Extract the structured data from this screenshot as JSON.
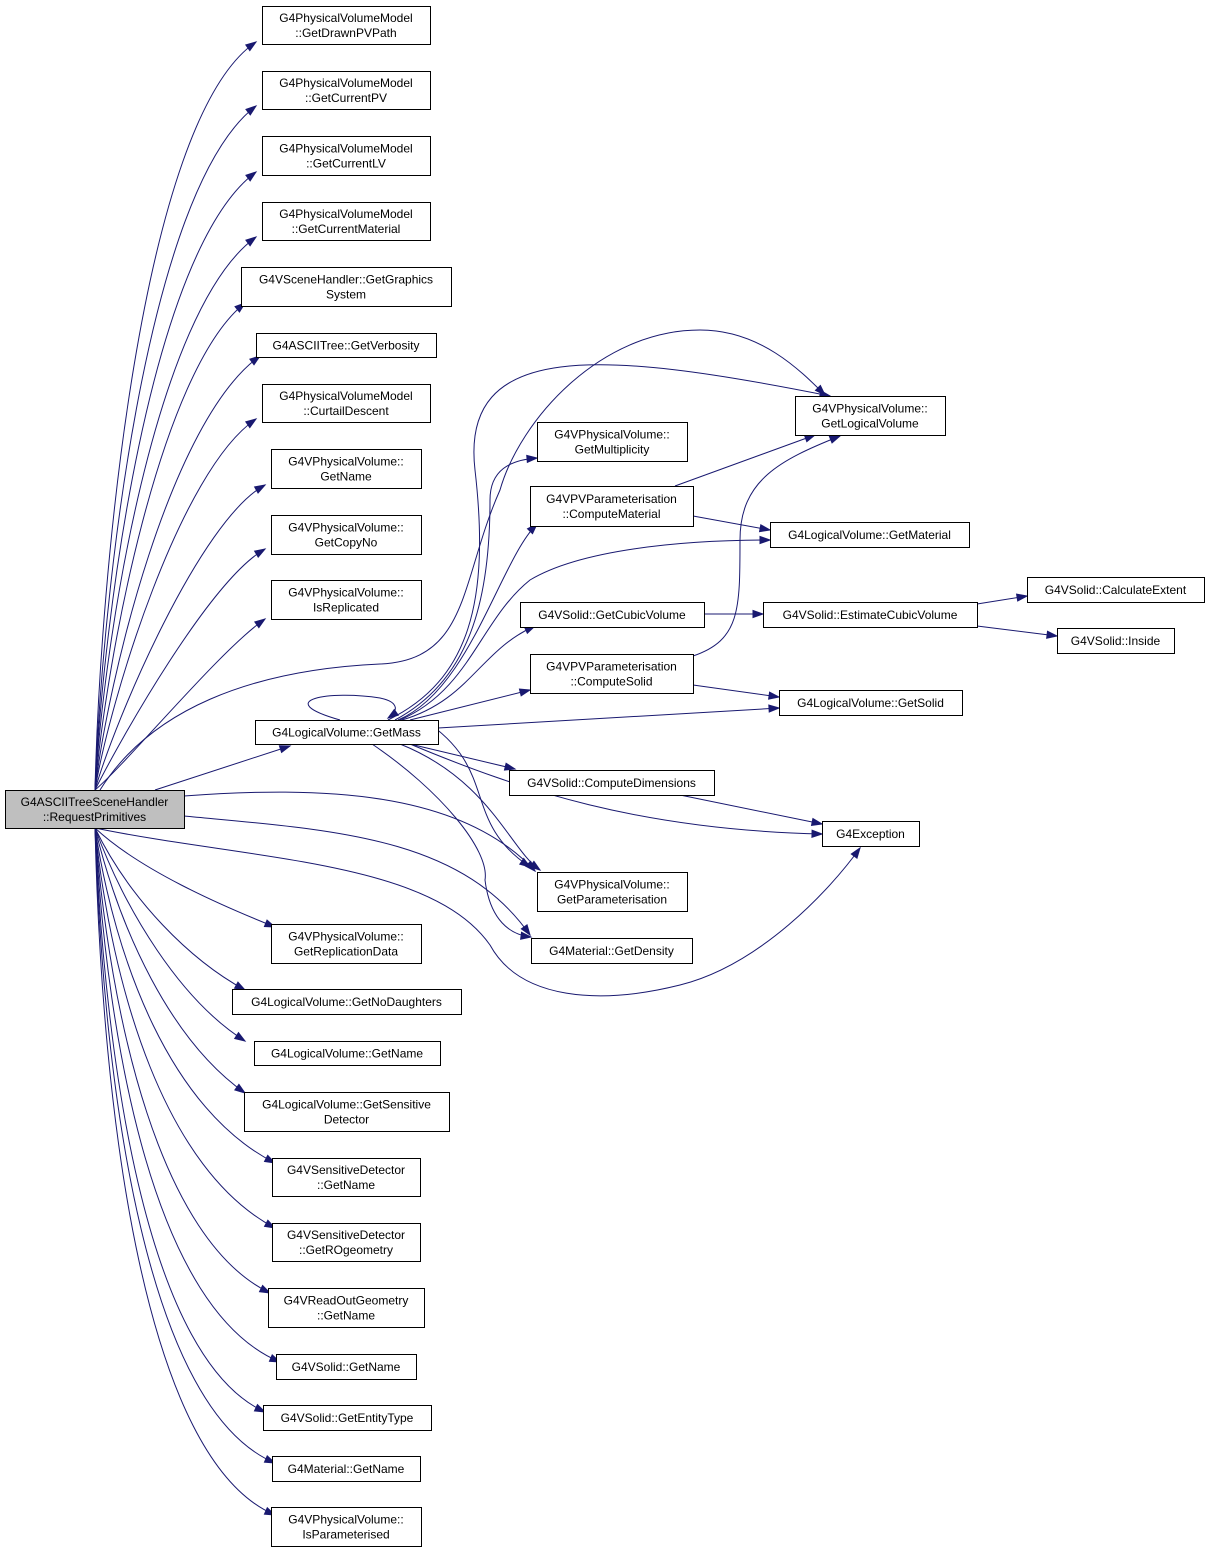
{
  "diagram": {
    "root": {
      "id": "root",
      "lines": [
        "G4ASCIITreeSceneHandler",
        "::RequestPrimitives"
      ]
    },
    "nodes": [
      {
        "id": "getDrawnPVPath",
        "lines": [
          "G4PhysicalVolumeModel",
          "::GetDrawnPVPath"
        ]
      },
      {
        "id": "getCurrentPV",
        "lines": [
          "G4PhysicalVolumeModel",
          "::GetCurrentPV"
        ]
      },
      {
        "id": "getCurrentLV",
        "lines": [
          "G4PhysicalVolumeModel",
          "::GetCurrentLV"
        ]
      },
      {
        "id": "getCurrentMaterial",
        "lines": [
          "G4PhysicalVolumeModel",
          "::GetCurrentMaterial"
        ]
      },
      {
        "id": "getGraphicsSystem",
        "lines": [
          "G4VSceneHandler::GetGraphics",
          "System"
        ]
      },
      {
        "id": "getVerbosity",
        "lines": [
          "G4ASCIITree::GetVerbosity"
        ]
      },
      {
        "id": "curtailDescent",
        "lines": [
          "G4PhysicalVolumeModel",
          "::CurtailDescent"
        ]
      },
      {
        "id": "pvGetName",
        "lines": [
          "G4VPhysicalVolume::",
          "GetName"
        ]
      },
      {
        "id": "pvGetCopyNo",
        "lines": [
          "G4VPhysicalVolume::",
          "GetCopyNo"
        ]
      },
      {
        "id": "pvIsReplicated",
        "lines": [
          "G4VPhysicalVolume::",
          "IsReplicated"
        ]
      },
      {
        "id": "lvGetMass",
        "lines": [
          "G4LogicalVolume::GetMass"
        ]
      },
      {
        "id": "pvGetReplicationData",
        "lines": [
          "G4VPhysicalVolume::",
          "GetReplicationData"
        ]
      },
      {
        "id": "lvGetNoDaughters",
        "lines": [
          "G4LogicalVolume::GetNoDaughters"
        ]
      },
      {
        "id": "lvGetName",
        "lines": [
          "G4LogicalVolume::GetName"
        ]
      },
      {
        "id": "lvGetSensitiveDetector",
        "lines": [
          "G4LogicalVolume::GetSensitive",
          "Detector"
        ]
      },
      {
        "id": "sdGetName",
        "lines": [
          "G4VSensitiveDetector",
          "::GetName"
        ]
      },
      {
        "id": "sdGetROgeometry",
        "lines": [
          "G4VSensitiveDetector",
          "::GetROgeometry"
        ]
      },
      {
        "id": "roGetName",
        "lines": [
          "G4VReadOutGeometry",
          "::GetName"
        ]
      },
      {
        "id": "solidGetName",
        "lines": [
          "G4VSolid::GetName"
        ]
      },
      {
        "id": "solidGetEntityType",
        "lines": [
          "G4VSolid::GetEntityType"
        ]
      },
      {
        "id": "matGetName",
        "lines": [
          "G4Material::GetName"
        ]
      },
      {
        "id": "pvIsParameterised",
        "lines": [
          "G4VPhysicalVolume::",
          "IsParameterised"
        ]
      },
      {
        "id": "pvGetMultiplicity",
        "lines": [
          "G4VPhysicalVolume::",
          "GetMultiplicity"
        ]
      },
      {
        "id": "paramComputeMaterial",
        "lines": [
          "G4VPVParameterisation",
          "::ComputeMaterial"
        ]
      },
      {
        "id": "solidGetCubicVolume",
        "lines": [
          "G4VSolid::GetCubicVolume"
        ]
      },
      {
        "id": "paramComputeSolid",
        "lines": [
          "G4VPVParameterisation",
          "::ComputeSolid"
        ]
      },
      {
        "id": "solidComputeDimensions",
        "lines": [
          "G4VSolid::ComputeDimensions"
        ]
      },
      {
        "id": "pvGetParameterisation",
        "lines": [
          "G4VPhysicalVolume::",
          "GetParameterisation"
        ]
      },
      {
        "id": "matGetDensity",
        "lines": [
          "G4Material::GetDensity"
        ]
      },
      {
        "id": "pvGetLogicalVolume",
        "lines": [
          "G4VPhysicalVolume::",
          "GetLogicalVolume"
        ]
      },
      {
        "id": "lvGetMaterial",
        "lines": [
          "G4LogicalVolume::GetMaterial"
        ]
      },
      {
        "id": "solidEstimateCubicVolume",
        "lines": [
          "G4VSolid::EstimateCubicVolume"
        ]
      },
      {
        "id": "lvGetSolid",
        "lines": [
          "G4LogicalVolume::GetSolid"
        ]
      },
      {
        "id": "exception",
        "lines": [
          "G4Exception"
        ]
      },
      {
        "id": "solidCalculateExtent",
        "lines": [
          "G4VSolid::CalculateExtent"
        ]
      },
      {
        "id": "solidInside",
        "lines": [
          "G4VSolid::Inside"
        ]
      }
    ],
    "colors": {
      "edge": "#191970",
      "root_fill": "#bfbfbf",
      "node_fill": "#ffffff",
      "node_stroke": "#000000"
    }
  }
}
